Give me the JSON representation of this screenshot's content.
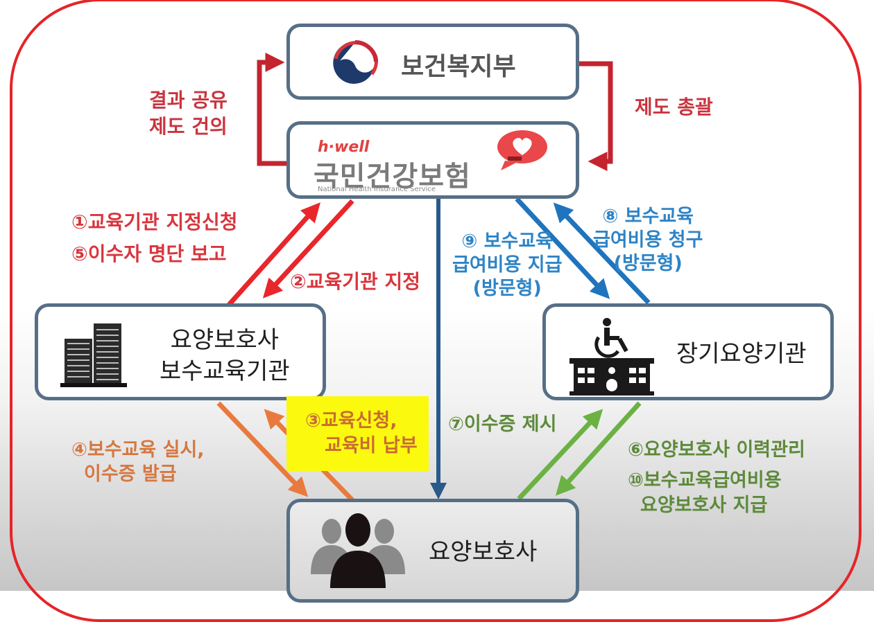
{
  "colors": {
    "frame": "#e52428",
    "box_border": "#566f86",
    "red_text": "#d9353d",
    "blue_arrow": "#1f74bd",
    "dark_blue_arrow": "#2a5a8a",
    "orange_arrow": "#e97a3d",
    "green_arrow": "#6bb143",
    "highlight": "#fbf90d"
  },
  "nodes": {
    "ministry": {
      "label": "보건복지부",
      "icon": "ministry-taegeuk-logo-icon"
    },
    "nhis": {
      "brand": "h·well",
      "label": "국민건강보험",
      "sub": "National Health Insurance Service",
      "icon": "nhis-heart-bubble-icon"
    },
    "training_institution": {
      "line1": "요양보호사",
      "line2": "보수교육기관",
      "icon": "office-building-icon"
    },
    "ltc_facility": {
      "label": "장기요양기관",
      "icon": "wheelchair-hospital-icon"
    },
    "caregiver": {
      "label": "요양보호사",
      "icon": "people-group-icon"
    }
  },
  "labels": {
    "feedback": {
      "line1": "결과 공유",
      "line2": "제도 건의"
    },
    "oversight": "제도 총괄",
    "step1": "①교육기관 지정신청",
    "step5": "⑤이수자 명단 보고",
    "step2": "②교육기관 지정",
    "step9": {
      "line1": "⑨ 보수교육",
      "line2": "급여비용 지급",
      "line3": "(방문형)"
    },
    "step8": {
      "line1": "⑧ 보수교육",
      "line2": "급여비용 청구",
      "line3": "(방문형)"
    },
    "step4": {
      "line1": "④보수교육 실시,",
      "line2": "이수증 발급"
    },
    "step3": {
      "line1": "③교육신청,",
      "line2": "교육비 납부"
    },
    "step7": "⑦이수증 제시",
    "step6": "⑥요양보호사 이력관리",
    "step10": {
      "line1": "⑩보수교육급여비용",
      "line2": "요양보호사 지급"
    }
  }
}
